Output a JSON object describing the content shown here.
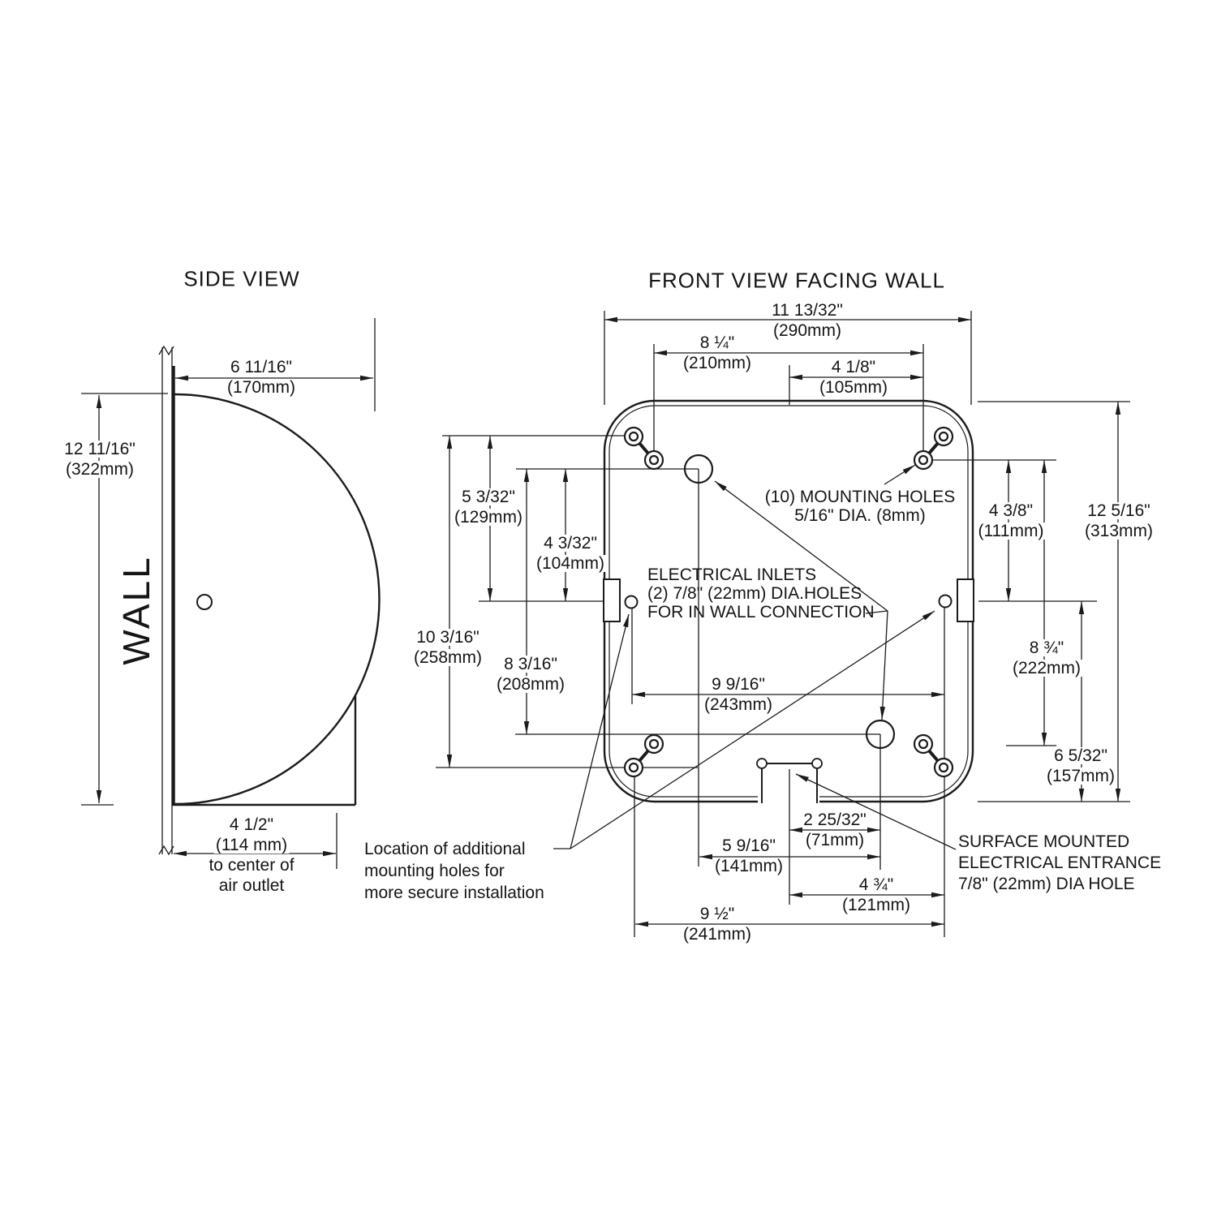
{
  "titles": {
    "side": "SIDE VIEW",
    "front": "FRONT VIEW FACING WALL"
  },
  "side": {
    "wall": "WALL",
    "dims": {
      "depth": {
        "l1": "6 11/16\"",
        "l2": "(170mm)"
      },
      "height": {
        "l1": "12 11/16\"",
        "l2": "(322mm)"
      },
      "outlet": {
        "l1": "4 1/2\"",
        "l2": "(114 mm)",
        "l3": "to center of",
        "l4": "air outlet"
      }
    }
  },
  "front": {
    "dims": {
      "width": {
        "l1": "11 13/32\"",
        "l2": "(290mm)"
      },
      "holes_width": {
        "l1": "8 ¼\"",
        "l2": "(210mm)"
      },
      "half_width": {
        "l1": "4 1/8\"",
        "l2": "(105mm)"
      },
      "height": {
        "l1": "12 5/16\"",
        "l2": "(313mm)"
      },
      "holes_top": {
        "l1": "4 3/8\"",
        "l2": "(111mm)"
      },
      "holes_height": {
        "l1": "8 ¾\"",
        "l2": "(222mm)"
      },
      "inlet_bottom": {
        "l1": "6 5/32\"",
        "l2": "(157mm)"
      },
      "left_upper": {
        "l1": "5 3/32\"",
        "l2": "(129mm)"
      },
      "left_inner": {
        "l1": "4 3/32\"",
        "l2": "(104mm)"
      },
      "left_outer": {
        "l1": "10 3/16\"",
        "l2": "(258mm)"
      },
      "left_lower": {
        "l1": "8 3/16\"",
        "l2": "(208mm)"
      },
      "inlets_span": {
        "l1": "9 9/16\"",
        "l2": "(243mm)"
      },
      "notch_half": {
        "l1": "2 25/32\"",
        "l2": "(71mm)"
      },
      "entrance_left": {
        "l1": "5 9/16\"",
        "l2": "(141mm)"
      },
      "entrance_half": {
        "l1": "4 ¾\"",
        "l2": "(121mm)"
      },
      "bottom_span": {
        "l1": "9 ½\"",
        "l2": "(241mm)"
      }
    },
    "notes": {
      "mounting": {
        "l1": "(10) MOUNTING HOLES",
        "l2": "5/16\" DIA. (8mm)"
      },
      "inlets": {
        "l1": "ELECTRICAL INLETS",
        "l2": "(2) 7/8\" (22mm) DIA.HOLES",
        "l3": "FOR IN WALL CONNECTION"
      },
      "additional": {
        "l1": "Location of additional",
        "l2": "mounting holes for",
        "l3": "more secure installation"
      },
      "surface": {
        "l1": "SURFACE MOUNTED",
        "l2": "ELECTRICAL ENTRANCE",
        "l3": "7/8\" (22mm) DIA HOLE"
      }
    }
  }
}
